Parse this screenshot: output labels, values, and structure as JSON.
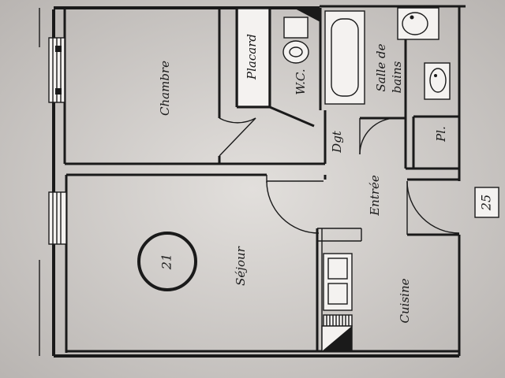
{
  "rooms": {
    "chambre": "Chambre",
    "placard": "Placard",
    "wc": "W.C.",
    "salle_de_bains_1": "Salle de",
    "salle_de_bains_2": "bains",
    "dgt": "Dgt",
    "pl": "Pl.",
    "entree": "Entrée",
    "sejour": "Séjour",
    "cuisine": "Cuisine"
  },
  "unit_number": "21",
  "neighbor_number": "25"
}
